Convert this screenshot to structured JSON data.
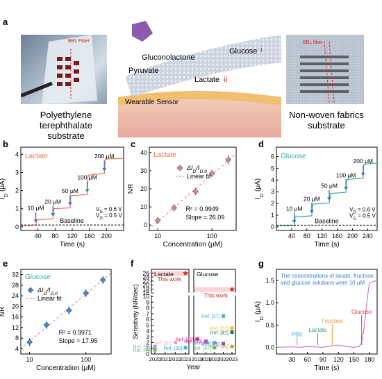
{
  "panel_a": {
    "label": "a",
    "left_caption_1": "Polyethylene terephthalate",
    "left_caption_2": "substrate",
    "right_caption_1": "Non-woven fabrics",
    "right_caption_2": "substrate",
    "bbl_fiber_left": "BBL Fiber",
    "bbl_fiber_right": "BBL fiber",
    "gluconolactone": "Gluconolactone",
    "glucose": "Glucose",
    "glucose_roman": "i",
    "pyruvate": "Pyruvate",
    "lactate": "Lactate",
    "lactate_roman": "ii",
    "wearable": "Wearable Sensor"
  },
  "panel_labels": {
    "b": "b",
    "c": "c",
    "d": "d",
    "e": "e",
    "f": "f",
    "g": "g"
  },
  "colors": {
    "lactate": "#e8734f",
    "glucose": "#2eaf9b",
    "fit": "#f28fa1",
    "marker": "#d98c8c",
    "marker_e": "#3a8fd0",
    "arrow": "#4a78c2",
    "g_line": "#c77dd6",
    "g_text": "#3a7bd5",
    "highlight": "#fbd5d5"
  },
  "panel_b": {
    "title": "Lactate",
    "ylabel": "I_D (μA)",
    "xlabel": "Time (s)",
    "annotations": [
      "10 μM",
      "20 μM",
      "50 μM",
      "100 μM",
      "200 μM"
    ],
    "vd": "V_D = 0.6 V",
    "vg": "V_G = 0.5 V",
    "baseline": "Baseline",
    "chart_data": {
      "type": "line",
      "xticks": [
        "40",
        "80",
        "120",
        "160",
        "200"
      ],
      "yticks": [
        "0",
        "1",
        "2",
        "3",
        "4"
      ],
      "xlim": [
        0,
        240
      ],
      "ylim": [
        -0.2,
        4.4
      ],
      "x": [
        0,
        35,
        37,
        75,
        77,
        115,
        117,
        155,
        157,
        195,
        197,
        240
      ],
      "y": [
        0.05,
        0.1,
        0.38,
        0.45,
        1.0,
        1.05,
        1.72,
        1.78,
        2.85,
        2.95,
        3.75,
        3.78
      ],
      "baseline_y": 0.1
    }
  },
  "panel_c": {
    "title": "Lactate",
    "legend_marker": "ΔI_D/I_D,0",
    "legend_fit": "Linear fit",
    "r2": "R² = 0.9949",
    "slope": "Slope = 26.09",
    "ylabel": "NR",
    "xlabel": "Concentration (μM)",
    "chart_data": {
      "type": "scatter",
      "log_x": true,
      "xticks": [
        "10",
        "100"
      ],
      "yticks": [
        "0",
        "10",
        "20",
        "30",
        "40"
      ],
      "xlim": [
        7,
        280
      ],
      "ylim": [
        -3,
        43
      ],
      "x": [
        10,
        20,
        50,
        100,
        200
      ],
      "y": [
        2.5,
        9.5,
        18.5,
        28.5,
        36
      ],
      "err": [
        2.0,
        2.0,
        2.0,
        2.0,
        2.5
      ]
    }
  },
  "panel_d": {
    "title": "Glucose",
    "ylabel": "I_D (μA)",
    "xlabel": "Time (s)",
    "annotations": [
      "10 μM",
      "20 μM",
      "50 μM",
      "100 μM",
      "200 μM"
    ],
    "vd": "V_D = 0.6 V",
    "vg": "V_G = 0.5 V",
    "baseline": "Baseline",
    "chart_data": {
      "type": "line",
      "xticks": [
        "40",
        "80",
        "120",
        "160",
        "200",
        "240"
      ],
      "yticks": [
        "0",
        "1",
        "2",
        "3",
        "4",
        "5",
        "6"
      ],
      "xlim": [
        0,
        265
      ],
      "ylim": [
        -0.3,
        6.8
      ],
      "x": [
        0,
        47,
        49,
        93,
        95,
        139,
        141,
        183,
        185,
        228,
        230,
        265
      ],
      "y": [
        0.1,
        0.12,
        0.85,
        0.95,
        1.95,
        2.05,
        2.85,
        2.95,
        4.05,
        4.15,
        5.35,
        5.45
      ],
      "baseline_y": 0.15
    }
  },
  "panel_e": {
    "title": "Glucose",
    "legend_marker": "ΔI_D/I_D,0",
    "legend_fit": "Linear fit",
    "r2": "R² = 0.9971",
    "slope": "Slope = 17.95",
    "ylabel": "NR",
    "xlabel": "Concentration (μM)",
    "chart_data": {
      "type": "scatter",
      "log_x": true,
      "xticks": [
        "10",
        "100"
      ],
      "yticks": [
        "4",
        "8",
        "12",
        "16",
        "20",
        "24",
        "28",
        "32"
      ],
      "xlim": [
        7,
        280
      ],
      "ylim": [
        2,
        34
      ],
      "x": [
        10,
        20,
        50,
        100,
        200
      ],
      "y": [
        6.5,
        13,
        18.5,
        25,
        30
      ],
      "err": [
        1.5,
        1.5,
        1.5,
        1.5,
        1.5
      ]
    }
  },
  "panel_f": {
    "ylabel": "Sensitivity (NR/dec)",
    "xlabel": "Year",
    "left_title": "Lactate",
    "right_title": "Glucose",
    "this_work": "This work",
    "chart_data": {
      "type": "scatter",
      "left": {
        "xticks": [
          "2020",
          "2021",
          "2022",
          "2023"
        ],
        "points": [
          {
            "label": "Ref. [37]",
            "x": 2022,
            "y": 2.0,
            "color": "#f2a0c0"
          },
          {
            "label": "Ref. [38]",
            "x": 2020,
            "y": 1.3,
            "color": "#a0a0e0"
          },
          {
            "label": "Ref. [39]",
            "x": 2023,
            "y": 1.1,
            "color": "#40b0d0"
          },
          {
            "label": "Ref. [40]",
            "x": 2020,
            "y": 0.7,
            "color": "#70c050"
          },
          {
            "label": "This work",
            "x": 2023,
            "y": 26.09,
            "color": "#e02020"
          }
        ]
      },
      "right": {
        "xticks": [
          "2019",
          "2020",
          "2021",
          "2022",
          "2023"
        ],
        "points": [
          {
            "label": "Ref. [37]",
            "x": 2022,
            "y": 6.6,
            "color": "#40b0e0"
          },
          {
            "label": "Ref. [22]",
            "x": 2023,
            "y": 4.5,
            "color": "#f0c040"
          },
          {
            "label": "Ref. [41]",
            "x": 2023,
            "y": 3.8,
            "color": "#208040"
          },
          {
            "label": "Ref. [42]",
            "x": 2019,
            "y": 2.6,
            "color": "#e02080"
          },
          {
            "label": "Ref. [43]",
            "x": 2020,
            "y": 2.2,
            "color": "#c040c0"
          },
          {
            "label": "Ref. [44]",
            "x": 2021,
            "y": 2.0,
            "color": "#40c0e0"
          },
          {
            "label": "Ref. [45]",
            "x": 2022,
            "y": 1.8,
            "color": "#6060d0"
          },
          {
            "label": "Ref. [46]",
            "x": 2023,
            "y": 1.3,
            "color": "#d0a040"
          },
          {
            "label": "Ref. [47]",
            "x": 2021,
            "y": 1.1,
            "color": "#60c060"
          },
          {
            "label": "This work",
            "x": 2023,
            "y": 17.95,
            "color": "#e02020"
          }
        ]
      },
      "yticks": [
        "0",
        "1",
        "2",
        "3",
        "4",
        "5",
        "6",
        "7",
        "8",
        "9",
        "10",
        "16",
        "18",
        "20",
        "22",
        "24",
        "26"
      ]
    }
  },
  "panel_g": {
    "ylabel": "I_D (μA)",
    "xlabel": "Time (s)",
    "note_1": "The concentrations of lacate, fructose,",
    "note_2": "and glucose solutions were 10 μM",
    "labels": [
      "PBS",
      "Lactate",
      "Fructose",
      "Glucose"
    ],
    "chart_data": {
      "type": "line",
      "xticks": [
        "30",
        "60",
        "90",
        "120",
        "150",
        "180"
      ],
      "yticks": [
        "0.0",
        "0.5",
        "1.0",
        "1.5"
      ],
      "xlim": [
        0,
        195
      ],
      "ylim": [
        -0.15,
        1.75
      ],
      "x": [
        0,
        30,
        45,
        60,
        75,
        90,
        105,
        120,
        135,
        150,
        160,
        165,
        170,
        175,
        180,
        195
      ],
      "y": [
        0.0,
        0.01,
        0.0,
        0.02,
        0.01,
        0.0,
        0.03,
        0.05,
        0.02,
        0.0,
        0.02,
        0.1,
        0.45,
        1.0,
        1.45,
        1.5
      ]
    }
  }
}
